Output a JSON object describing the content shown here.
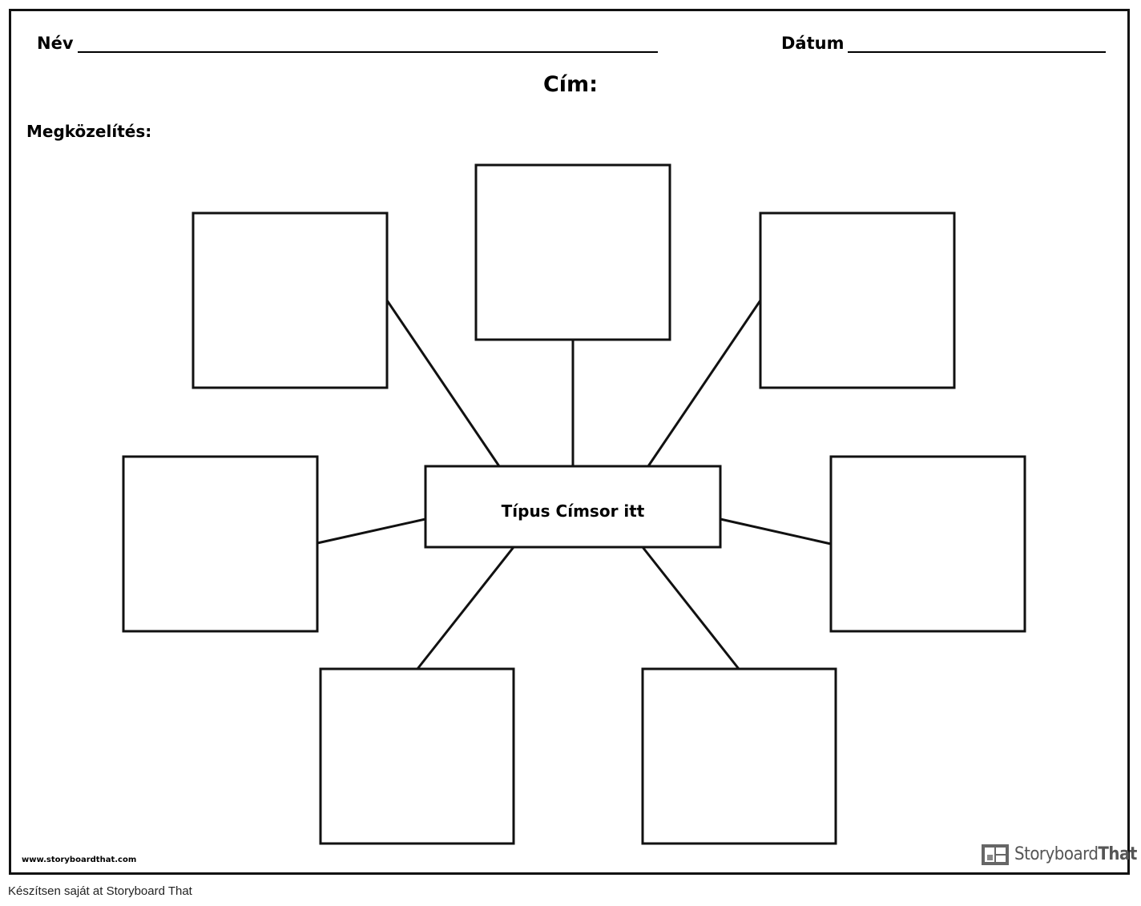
{
  "worksheet": {
    "name_label": "Név",
    "date_label": "Dátum",
    "title_label": "Cím:",
    "approach_label": "Megközelítés:",
    "center_text": "Típus Címsor itt",
    "outer_box_count": 7
  },
  "branding": {
    "url": "www.storyboardthat.com",
    "logo_part1": "Storyboard",
    "logo_part2": "That",
    "logo_icon": "storyboard-grid-icon"
  },
  "footer": {
    "caption": "Készítsen saját at Storyboard That"
  }
}
